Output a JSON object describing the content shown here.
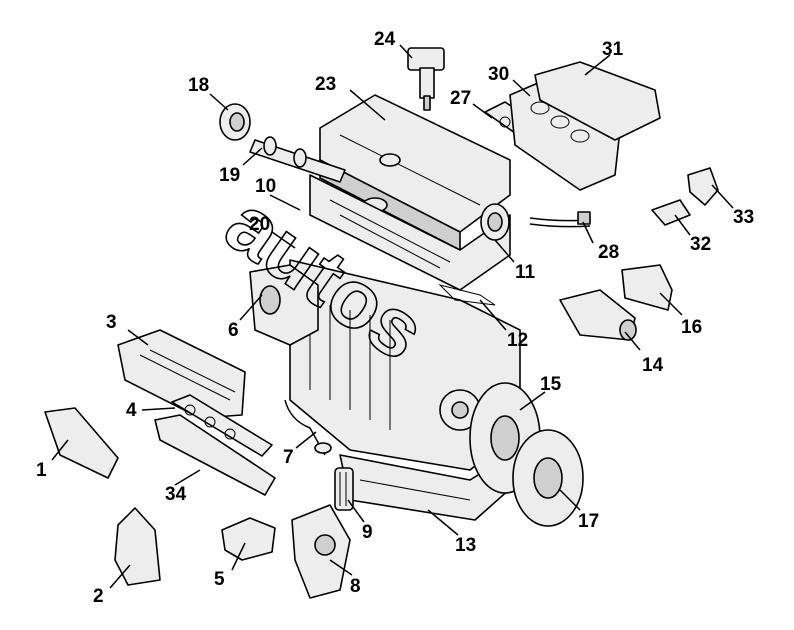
{
  "diagram": {
    "watermark": "autos",
    "callouts": [
      {
        "id": "1",
        "label": "1"
      },
      {
        "id": "2",
        "label": "2"
      },
      {
        "id": "3",
        "label": "3"
      },
      {
        "id": "4",
        "label": "4"
      },
      {
        "id": "5",
        "label": "5"
      },
      {
        "id": "6",
        "label": "6"
      },
      {
        "id": "7",
        "label": "7"
      },
      {
        "id": "8",
        "label": "8"
      },
      {
        "id": "9",
        "label": "9"
      },
      {
        "id": "10",
        "label": "10"
      },
      {
        "id": "11",
        "label": "11"
      },
      {
        "id": "12",
        "label": "12"
      },
      {
        "id": "13",
        "label": "13"
      },
      {
        "id": "14",
        "label": "14"
      },
      {
        "id": "15",
        "label": "15"
      },
      {
        "id": "16",
        "label": "16"
      },
      {
        "id": "17",
        "label": "17"
      },
      {
        "id": "18",
        "label": "18"
      },
      {
        "id": "19",
        "label": "19"
      },
      {
        "id": "20",
        "label": "20"
      },
      {
        "id": "23",
        "label": "23"
      },
      {
        "id": "24",
        "label": "24"
      },
      {
        "id": "27",
        "label": "27"
      },
      {
        "id": "28",
        "label": "28"
      },
      {
        "id": "30",
        "label": "30"
      },
      {
        "id": "31",
        "label": "31"
      },
      {
        "id": "32",
        "label": "32"
      },
      {
        "id": "33",
        "label": "33"
      },
      {
        "id": "34",
        "label": "34"
      }
    ]
  }
}
